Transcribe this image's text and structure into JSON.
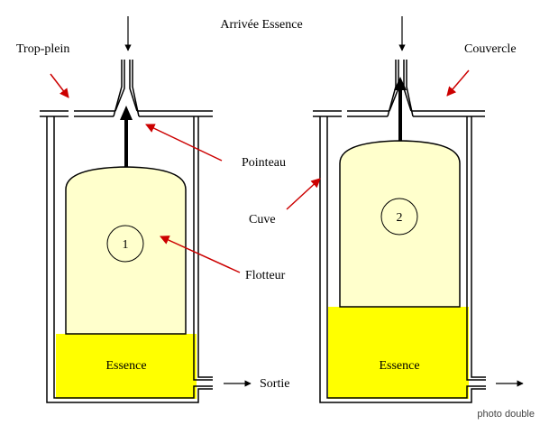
{
  "labels": {
    "arrivee": "Arrivée Essence",
    "trop_plein": "Trop-plein",
    "couvercle": "Couvercle",
    "pointeau": "Pointeau",
    "cuve": "Cuve",
    "flotteur": "Flotteur",
    "sortie": "Sortie",
    "essence_1": "Essence",
    "essence_2": "Essence",
    "float_1_number": "1",
    "float_2_number": "2",
    "credit": "photo double"
  },
  "colors": {
    "float_fill": "#ffffcc",
    "fuel_fill": "#ffff00",
    "outline": "#000000",
    "pointer_arrow": "#cc0000"
  }
}
